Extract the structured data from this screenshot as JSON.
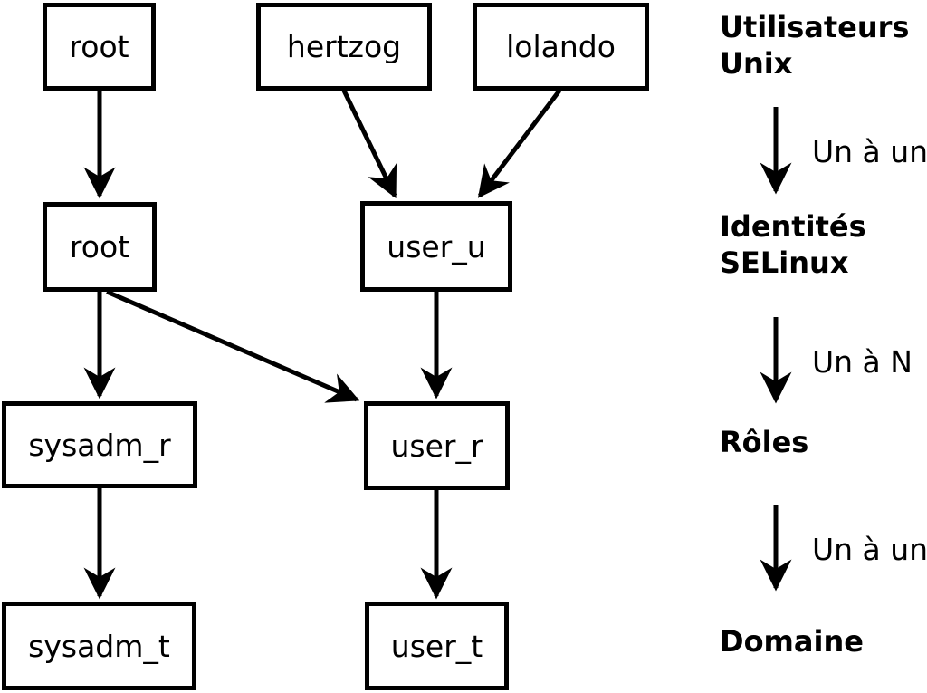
{
  "diagram": {
    "title_hint": "SELinux identity mapping diagram",
    "colors": {
      "line": "#000000",
      "background": "#ffffff",
      "text": "#000000"
    },
    "nodes": {
      "root_unix": {
        "label": "root"
      },
      "hertzog": {
        "label": "hertzog"
      },
      "lolando": {
        "label": "lolando"
      },
      "root_selinux": {
        "label": "root"
      },
      "user_u": {
        "label": "user_u"
      },
      "sysadm_r": {
        "label": "sysadm_r"
      },
      "user_r": {
        "label": "user_r"
      },
      "sysadm_t": {
        "label": "sysadm_t"
      },
      "user_t": {
        "label": "user_t"
      }
    },
    "edges": [
      {
        "from": "root_unix",
        "to": "root_selinux"
      },
      {
        "from": "hertzog",
        "to": "user_u"
      },
      {
        "from": "lolando",
        "to": "user_u"
      },
      {
        "from": "root_selinux",
        "to": "sysadm_r"
      },
      {
        "from": "root_selinux",
        "to": "user_r"
      },
      {
        "from": "user_u",
        "to": "user_r"
      },
      {
        "from": "sysadm_r",
        "to": "sysadm_t"
      },
      {
        "from": "user_r",
        "to": "user_t"
      }
    ],
    "legend": {
      "levels": [
        {
          "label": "Utilisateurs Unix"
        },
        {
          "label": "Identités SELinux"
        },
        {
          "label": "Rôles"
        },
        {
          "label": "Domaine"
        }
      ],
      "relations": [
        "Un à un",
        "Un à N",
        "Un à un"
      ]
    }
  }
}
